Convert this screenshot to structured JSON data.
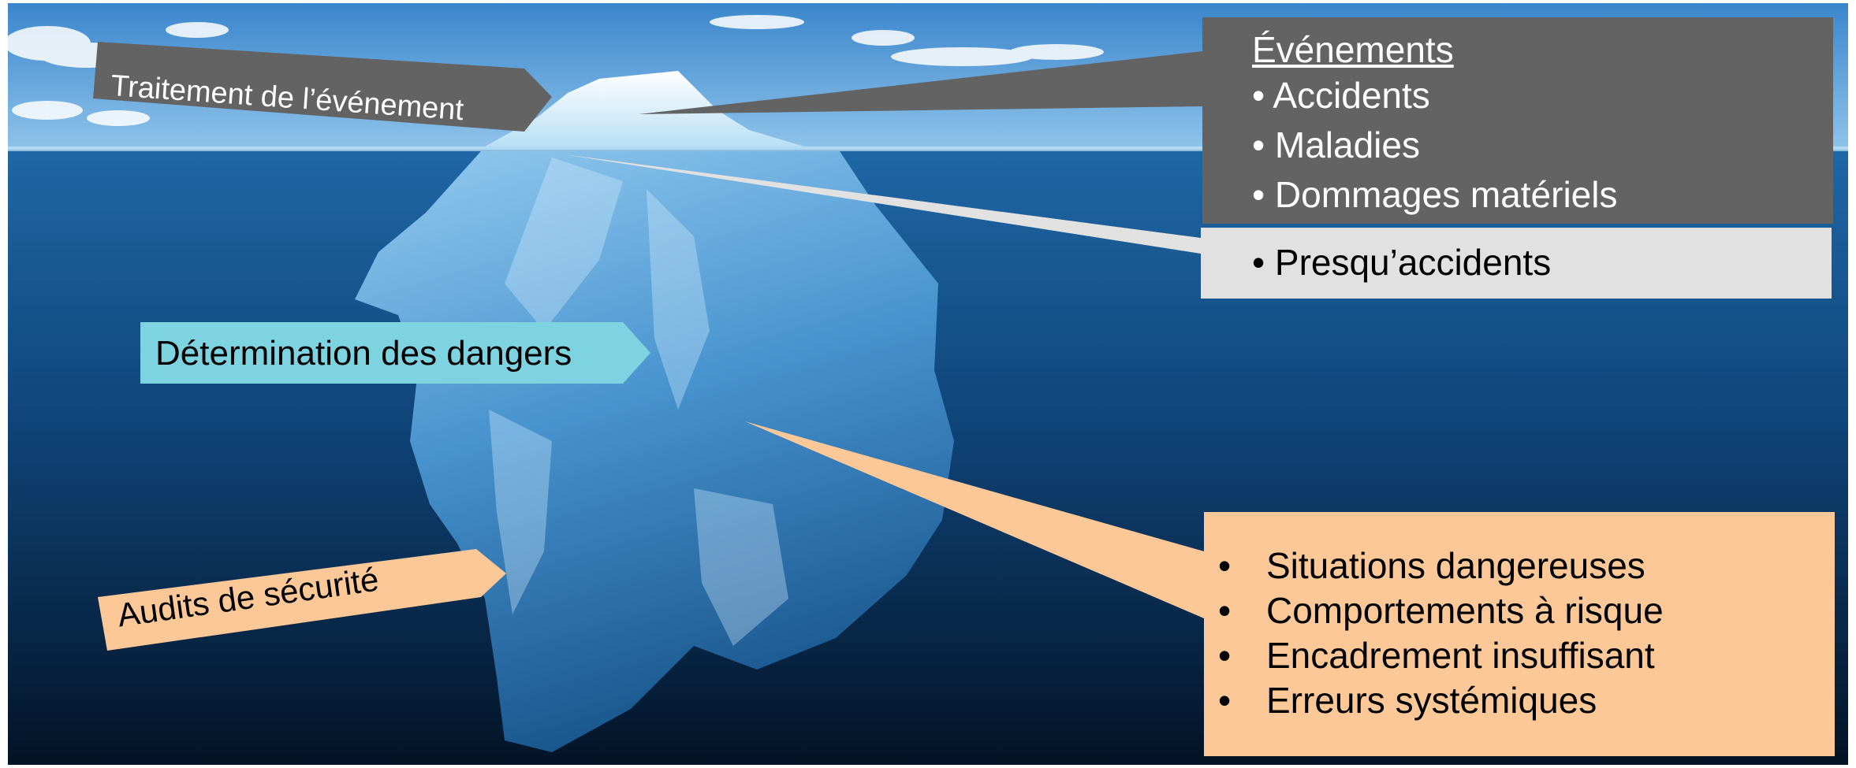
{
  "labels": {
    "traitement": "Traitement de l’événement",
    "determination": "Détermination des dangers",
    "audits": "Audits de sécurité"
  },
  "events_box": {
    "title": "Événements",
    "items": [
      "Accidents",
      "Maladies",
      "Dommages matériels"
    ]
  },
  "near_miss_box": {
    "items": [
      "Presqu’accidents"
    ]
  },
  "hazards_box": {
    "items": [
      "Situations dangereuses",
      "Comportements à risque",
      "Encadrement insuffisant",
      "Erreurs systémiques"
    ]
  },
  "colors": {
    "sky": "#4d98d6",
    "sea_top": "#1b5c98",
    "sea_bottom": "#041a33",
    "events_box": "#636363",
    "near_miss_box": "#e1e1e1",
    "determination_tag": "#7dd3e0",
    "hazards_box": "#fcc897"
  }
}
